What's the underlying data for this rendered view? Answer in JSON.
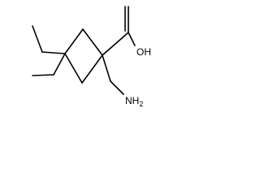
{
  "molecule": {
    "labels": {
      "hydroxyl": "OH",
      "amine_n": "NH",
      "amine_sub": "2"
    }
  }
}
